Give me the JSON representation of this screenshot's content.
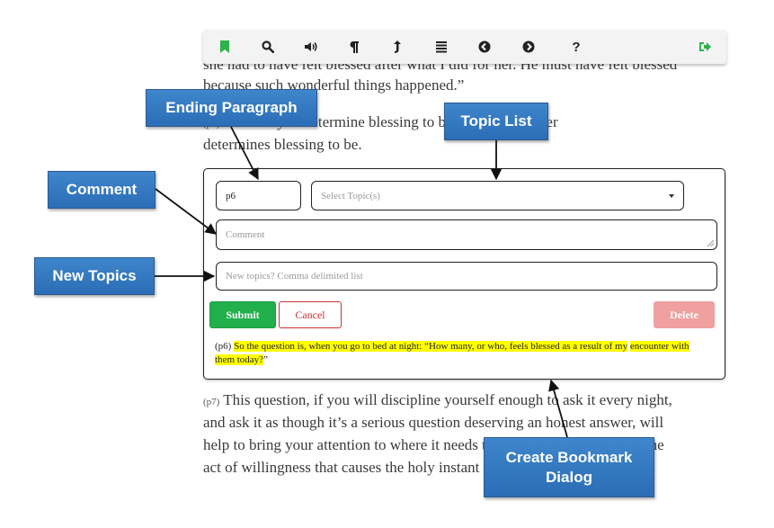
{
  "toolbar": {
    "icons": [
      "bookmark-icon",
      "search-icon",
      "audio-icon",
      "paragraph-icon",
      "share-icon",
      "list-icon",
      "previous-icon",
      "next-icon",
      "help-icon",
      "exit-icon"
    ],
    "help_glyph": "?",
    "colors": {
      "bookmark": "#2db34a",
      "exit": "#2db34a",
      "icon": "#222222"
    }
  },
  "text": {
    "line1": "she had to have felt blessed after what I did for her. He must have felt blessed",
    "line2": "because such wonderful things happened.”",
    "line3_pnum": "(p5)",
    "line3": " So what you determine blessing to be is what the other",
    "line4": "determines blessing to be.",
    "p7_num": "(p7)",
    "p7_line1": " This question, if you will discipline yourself enough to ask it every night,",
    "p7_line2": "and ask it as though it’s a serious question deserving an honest answer, will",
    "p7_line3": "help to bring your attention to where it needs to be to be the presence in the",
    "p7_line4": "act of willingness that causes the holy instant to be recognized can occur."
  },
  "dialog": {
    "paragraph_value": "p6",
    "topic_placeholder": "Select Topic(s)",
    "comment_placeholder": "Comment",
    "new_topics_placeholder": "New topics? Comma delimited list",
    "submit_label": "Submit",
    "cancel_label": "Cancel",
    "delete_label": "Delete",
    "excerpt_pnum": "(p6)",
    "excerpt_line1": "So the question is, when you go to bed at night: “How many, or who, feels blessed as a result of my",
    "excerpt_line2": "encounter with them today?",
    "excerpt_end": "”"
  },
  "callouts": {
    "ending_paragraph": "Ending Paragraph",
    "topic_list": "Topic List",
    "comment": "Comment",
    "new_topics": "New Topics",
    "create_bookmark_line1": "Create Bookmark",
    "create_bookmark_line2": "Dialog"
  }
}
